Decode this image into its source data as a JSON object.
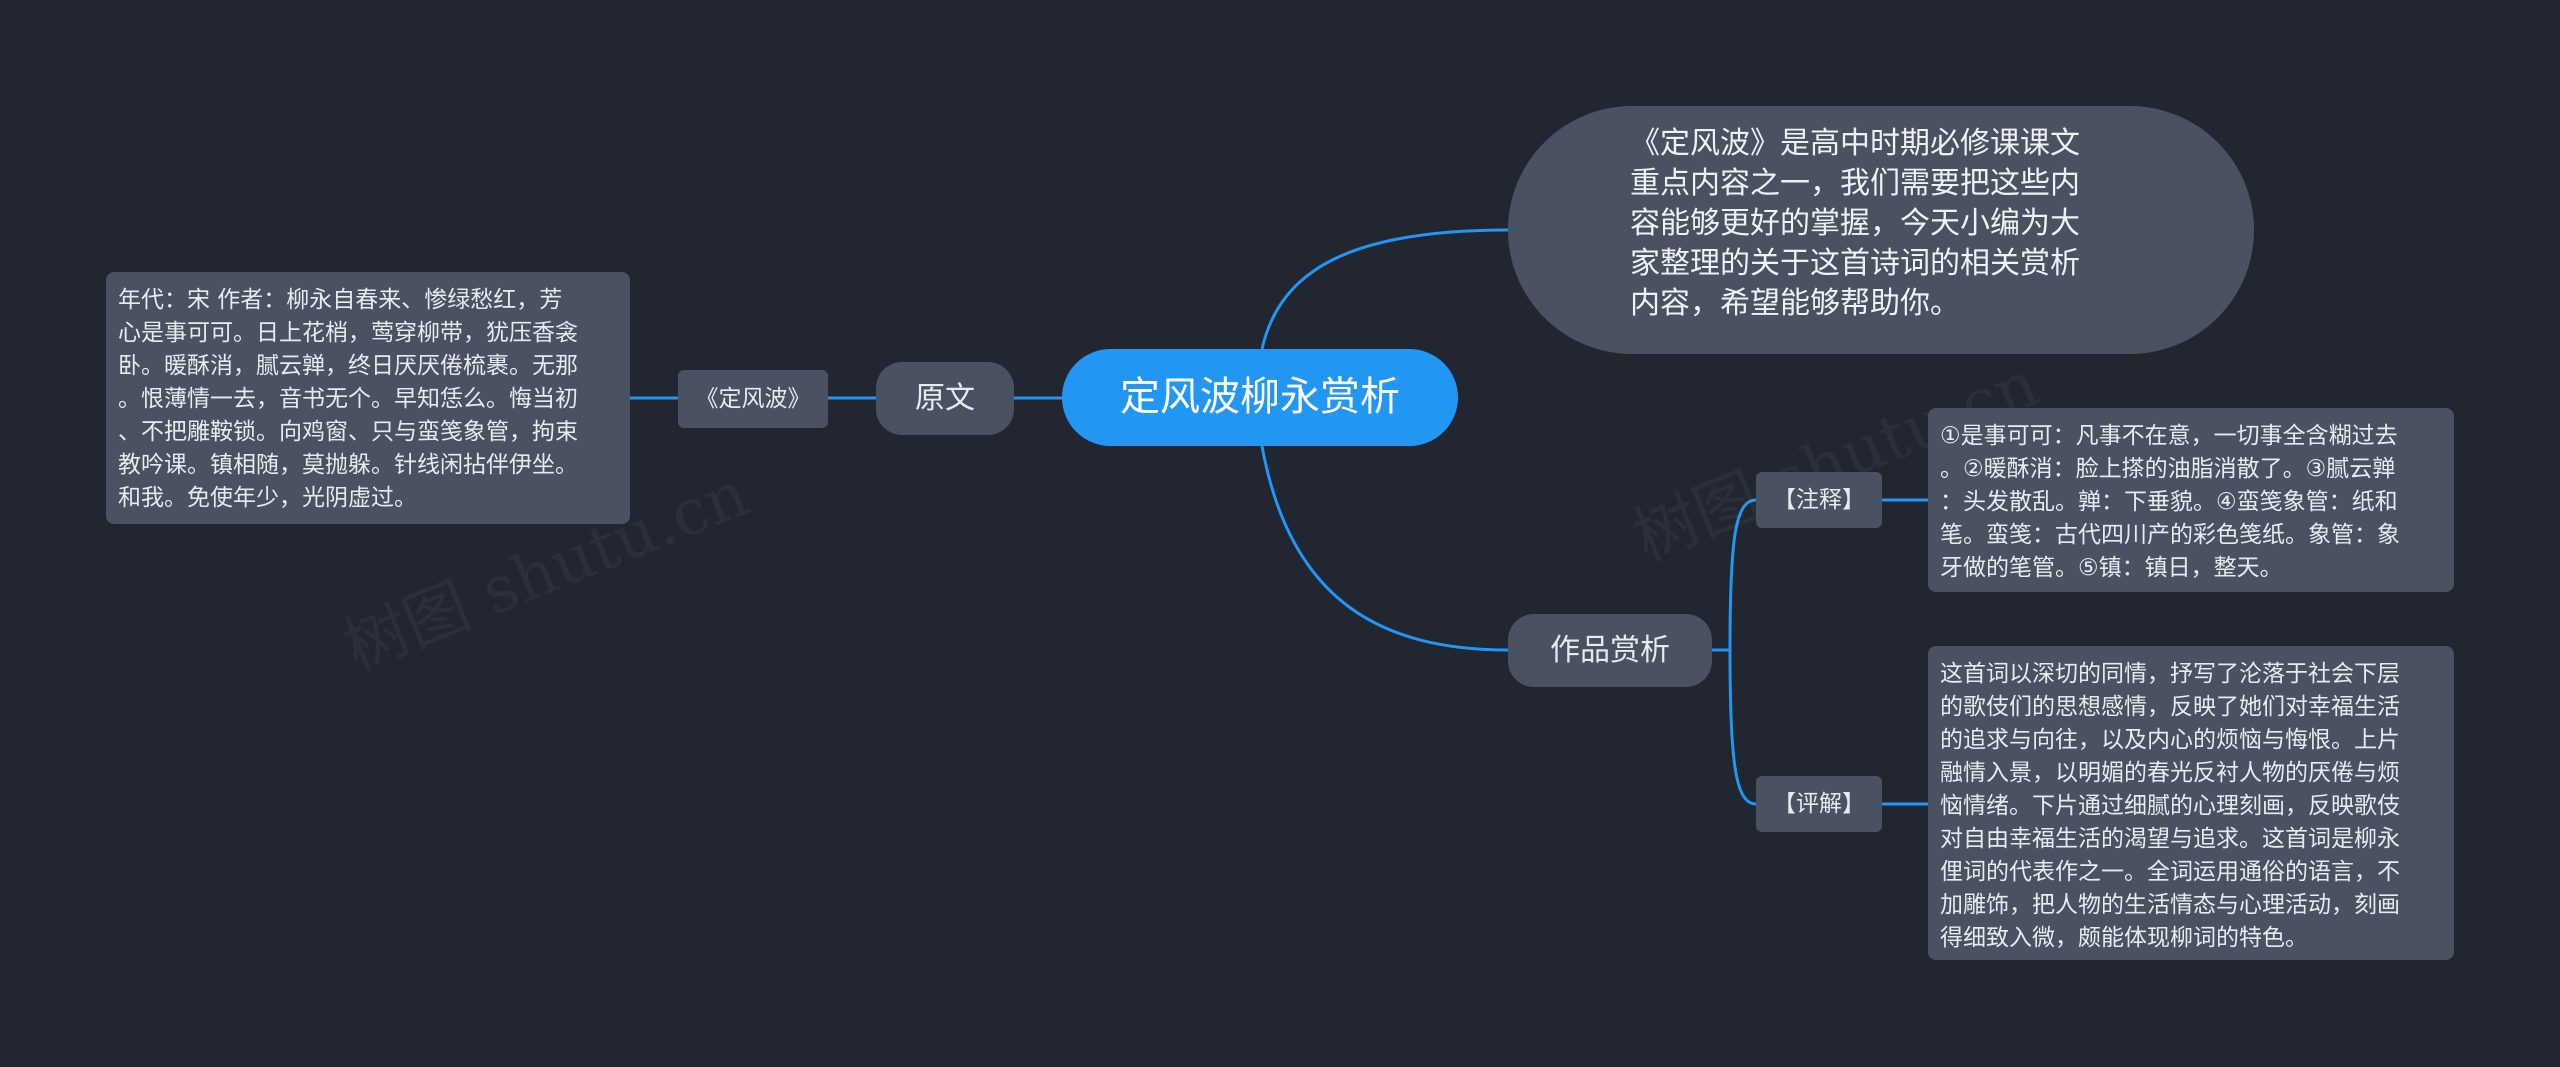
{
  "mindmap": {
    "root": {
      "label": "定风波柳永赏析"
    },
    "intro": {
      "text": "《定风波》是高中时期必修课课文\n重点内容之一，我们需要把这些内\n容能够更好的掌握，今天小编为大\n家整理的关于这首诗词的相关赏析\n内容，希望能够帮助你。"
    },
    "original": {
      "label": "原文",
      "title_tag": "《定风波》",
      "poem_text": "年代：宋 作者：柳永自春来、惨绿愁红，芳\n心是事可可。日上花梢，莺穿柳带，犹压香衾\n卧。暖酥消，腻云亸，终日厌厌倦梳裹。无那\n。恨薄情一去，音书无个。早知恁么。悔当初\n、不把雕鞍锁。向鸡窗、只与蛮笺象管，拘束\n教吟课。镇相随，莫抛躲。针线闲拈伴伊坐。\n和我。免使年少，光阴虚过。"
    },
    "analysis": {
      "label": "作品赏析",
      "notes": {
        "tag": "【注释】",
        "text": "①是事可可：凡事不在意，一切事全含糊过去\n。②暖酥消：脸上搽的油脂消散了。③腻云亸\n：头发散乱。亸：下垂貌。④蛮笺象管：纸和\n笔。蛮笺：古代四川产的彩色笺纸。象管：象\n牙做的笔管。⑤镇：镇日，整天。"
      },
      "commentary": {
        "tag": "【评解】",
        "text": "这首词以深切的同情，抒写了沦落于社会下层\n的歌伎们的思想感情，反映了她们对幸福生活\n的追求与向往，以及内心的烦恼与悔恨。上片\n融情入景，以明媚的春光反衬人物的厌倦与烦\n恼情绪。下片通过细腻的心理刻画，反映歌伎\n对自由幸福生活的渴望与追求。这首词是柳永\n俚词的代表作之一。全词运用通俗的语言，不\n加雕饰，把人物的生活情态与心理活动，刻画\n得细致入微，颇能体现柳词的特色。"
      }
    },
    "watermark": "树图 shutu.cn"
  },
  "colors": {
    "background": "#212631",
    "node": "#4a5161",
    "root": "#2196f3",
    "edge": "#2196f3"
  }
}
